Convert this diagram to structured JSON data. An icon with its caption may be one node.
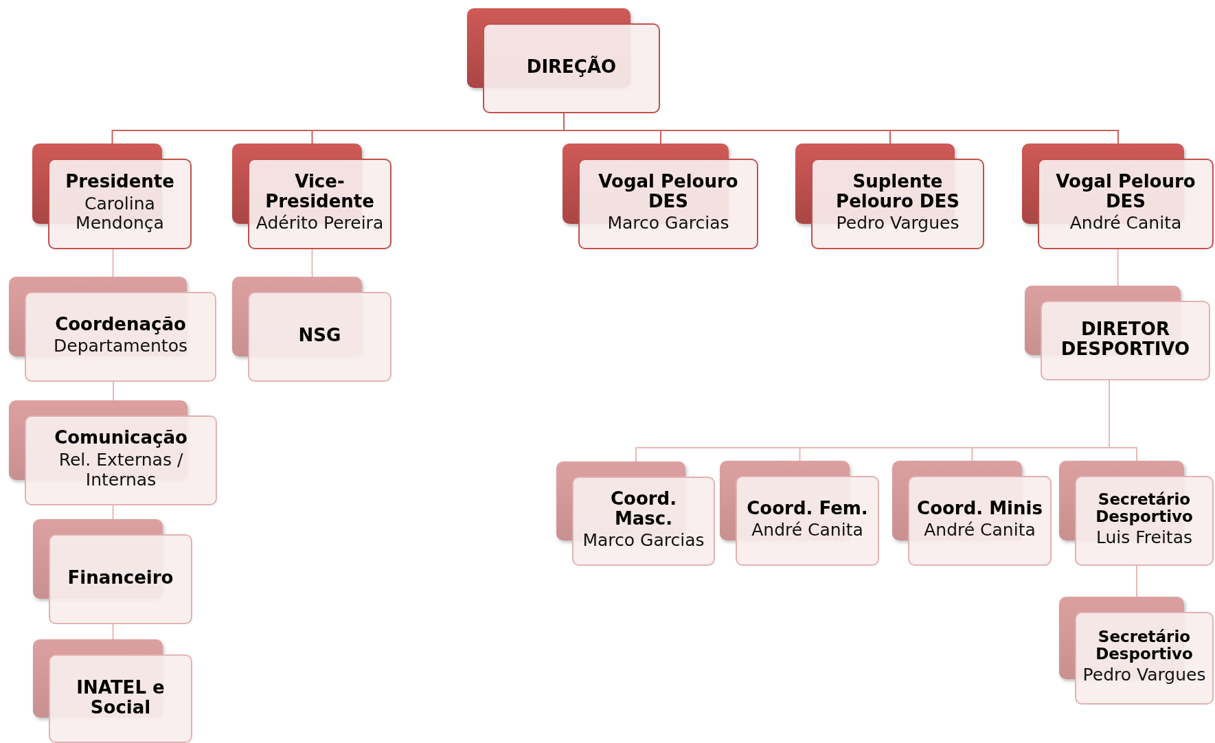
{
  "diagram": {
    "nodes": [
      {
        "text": [
          "DIREÇÃO"
        ]
      },
      {
        "text": [
          "Presidente",
          "Carolina Mendonça"
        ]
      },
      {
        "text": [
          "Vice-Presidente",
          "Adérito Pereira"
        ]
      },
      {
        "text": [
          "Vogal Pelouro DES",
          "Marco Garcias"
        ]
      },
      {
        "text": [
          "Suplente Pelouro DES",
          "Pedro Vargues"
        ]
      },
      {
        "text": [
          "Vogal Pelouro DES",
          "André Canita"
        ]
      },
      {
        "text": [
          "Coordenação",
          "Departamentos"
        ]
      },
      {
        "text": [
          "NSG"
        ]
      },
      {
        "text": [
          "Comunicação",
          "Rel. Externas / Internas"
        ]
      },
      {
        "text": [
          "Financeiro"
        ]
      },
      {
        "text": [
          "INATEL e Social"
        ]
      },
      {
        "text": [
          "DIRETOR DESPORTIVO"
        ]
      },
      {
        "text": [
          "Coord. Masc.",
          "Marco Garcias"
        ]
      },
      {
        "text": [
          "Coord. Fem.",
          "André Canita"
        ]
      },
      {
        "text": [
          "Coord. Minis",
          "André Canita"
        ]
      },
      {
        "text": [
          "Secretário Desportivo",
          "Luis Freitas"
        ]
      },
      {
        "text": [
          "Secretário Desportivo",
          "Pedro Vargues"
        ]
      }
    ],
    "edges": [
      {
        "from": 0,
        "to": 1,
        "arrow": "none"
      },
      {
        "from": 0,
        "to": 2,
        "arrow": "none"
      },
      {
        "from": 0,
        "to": 3,
        "arrow": "none"
      },
      {
        "from": 0,
        "to": 4,
        "arrow": "none"
      },
      {
        "from": 0,
        "to": 5,
        "arrow": "none"
      },
      {
        "from": 1,
        "to": 6,
        "arrow": "none"
      },
      {
        "from": 6,
        "to": 8,
        "arrow": "none"
      },
      {
        "from": 8,
        "to": 9,
        "arrow": "none"
      },
      {
        "from": 9,
        "to": 10,
        "arrow": "none"
      },
      {
        "from": 2,
        "to": 7,
        "arrow": "none"
      },
      {
        "from": 5,
        "to": 11,
        "arrow": "none"
      },
      {
        "from": 11,
        "to": 12,
        "arrow": "none"
      },
      {
        "from": 11,
        "to": 13,
        "arrow": "none"
      },
      {
        "from": 11,
        "to": 14,
        "arrow": "none"
      },
      {
        "from": 11,
        "to": 15,
        "arrow": "none"
      },
      {
        "from": 15,
        "to": 16,
        "arrow": "none"
      }
    ]
  }
}
